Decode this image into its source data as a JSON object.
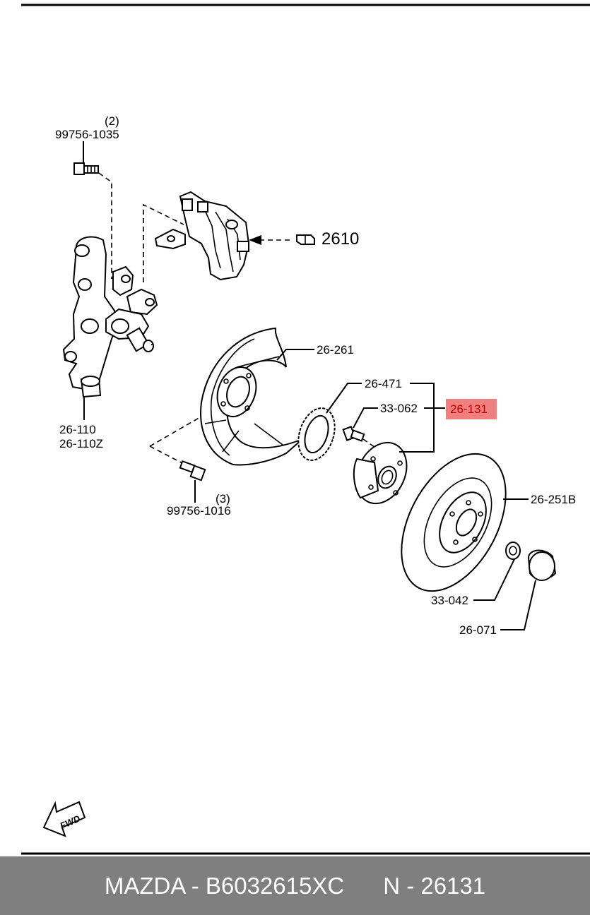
{
  "labels": {
    "bolt_top": "99756-1035",
    "bolt_top_qty": "(2)",
    "caliper_ref": "2610",
    "knuckle_1": "26-110",
    "knuckle_2": "26-110Z",
    "dust_cover": "26-261",
    "abs_ring": "26-471",
    "hub_bolt": "33-062",
    "hub_assembly": "26-131",
    "bolt_bottom": "99756-1016",
    "bolt_bottom_qty": "(3)",
    "disc": "26-251B",
    "nut": "33-042",
    "cap": "26-071",
    "fwd": "FWD"
  },
  "footer": {
    "brand": "MAZDA",
    "part_number": "B6032615XC",
    "ref": "N - 26131"
  },
  "colors": {
    "highlight": "#f08080",
    "highlight_text": "#c00000",
    "footer_bg": "#7f7f7f"
  }
}
